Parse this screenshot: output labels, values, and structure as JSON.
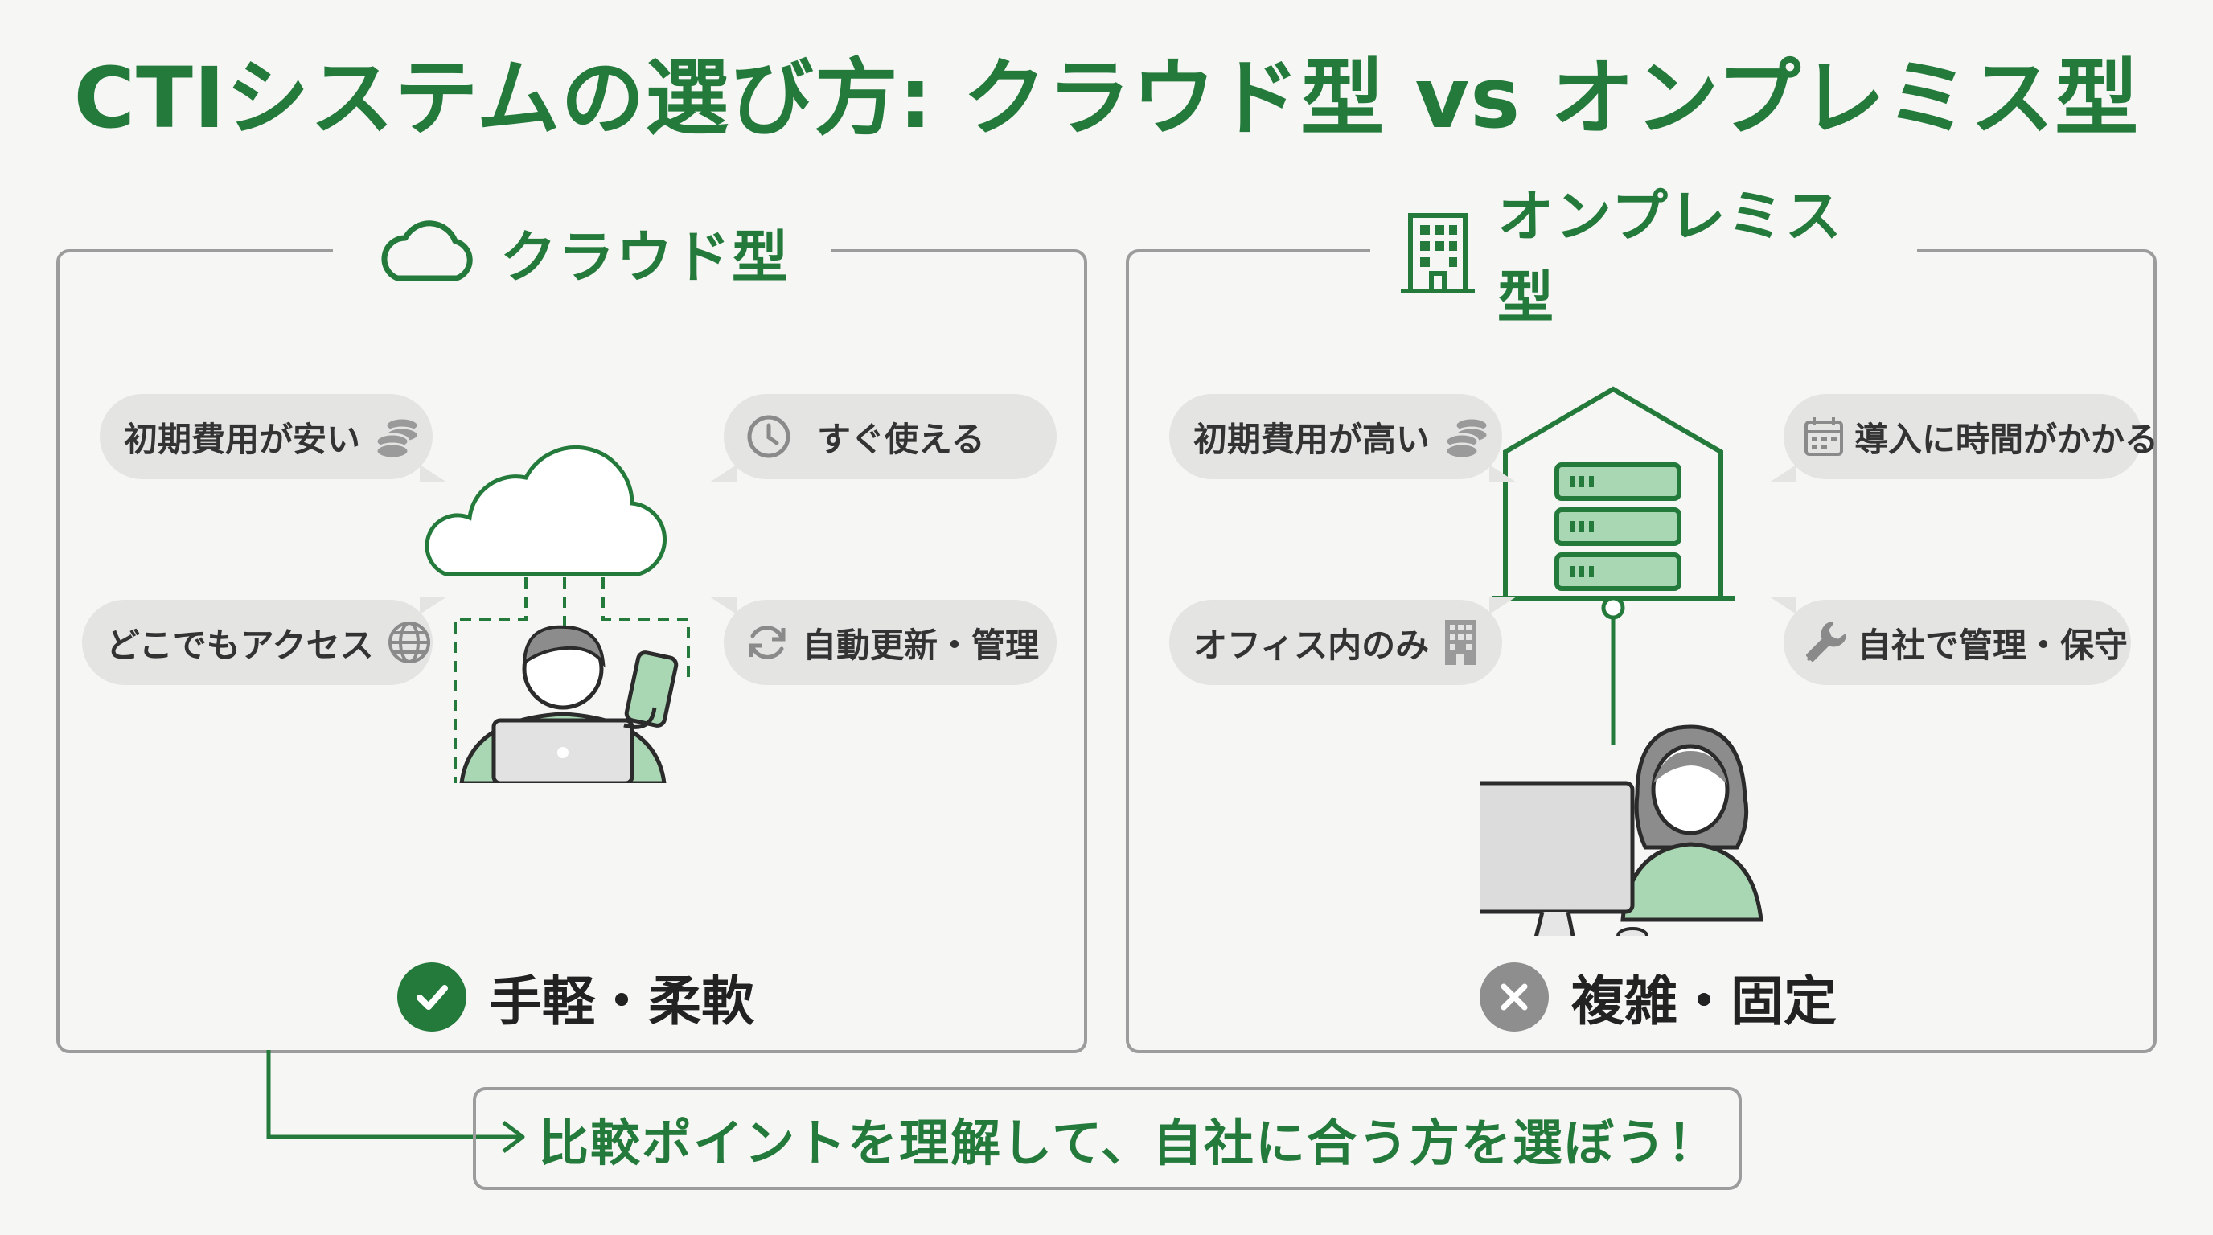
{
  "title": "CTIシステムの選び方: クラウド型 vs オンプレミス型",
  "cloud": {
    "heading": "クラウド型",
    "header_icon": "cloud-icon",
    "pills": [
      {
        "label": "初期費用が安い",
        "icon": "coins-icon"
      },
      {
        "label": "すぐ使える",
        "icon": "clock-icon"
      },
      {
        "label": "どこでもアクセス",
        "icon": "globe-icon"
      },
      {
        "label": "自動更新・管理",
        "icon": "refresh-icon"
      }
    ],
    "verdict": {
      "label": "手軽・柔軟",
      "icon": "check-circle-icon"
    }
  },
  "onprem": {
    "heading": "オンプレミス型",
    "header_icon": "building-icon",
    "pills": [
      {
        "label": "初期費用が高い",
        "icon": "coins-icon"
      },
      {
        "label": "導入に時間がかかる",
        "icon": "calendar-icon"
      },
      {
        "label": "オフィス内のみ",
        "icon": "building-icon"
      },
      {
        "label": "自社で管理・保守",
        "icon": "wrench-icon"
      }
    ],
    "verdict": {
      "label": "複雑・固定",
      "icon": "x-circle-icon"
    }
  },
  "footer": {
    "text": "比較ポイントを理解して、自社に合う方を選ぼう！"
  },
  "colors": {
    "accent_green": "#237a3b",
    "light_green": "#a9d6b3",
    "grey_pill": "#e4e4e2",
    "border_grey": "#9c9c9c"
  }
}
